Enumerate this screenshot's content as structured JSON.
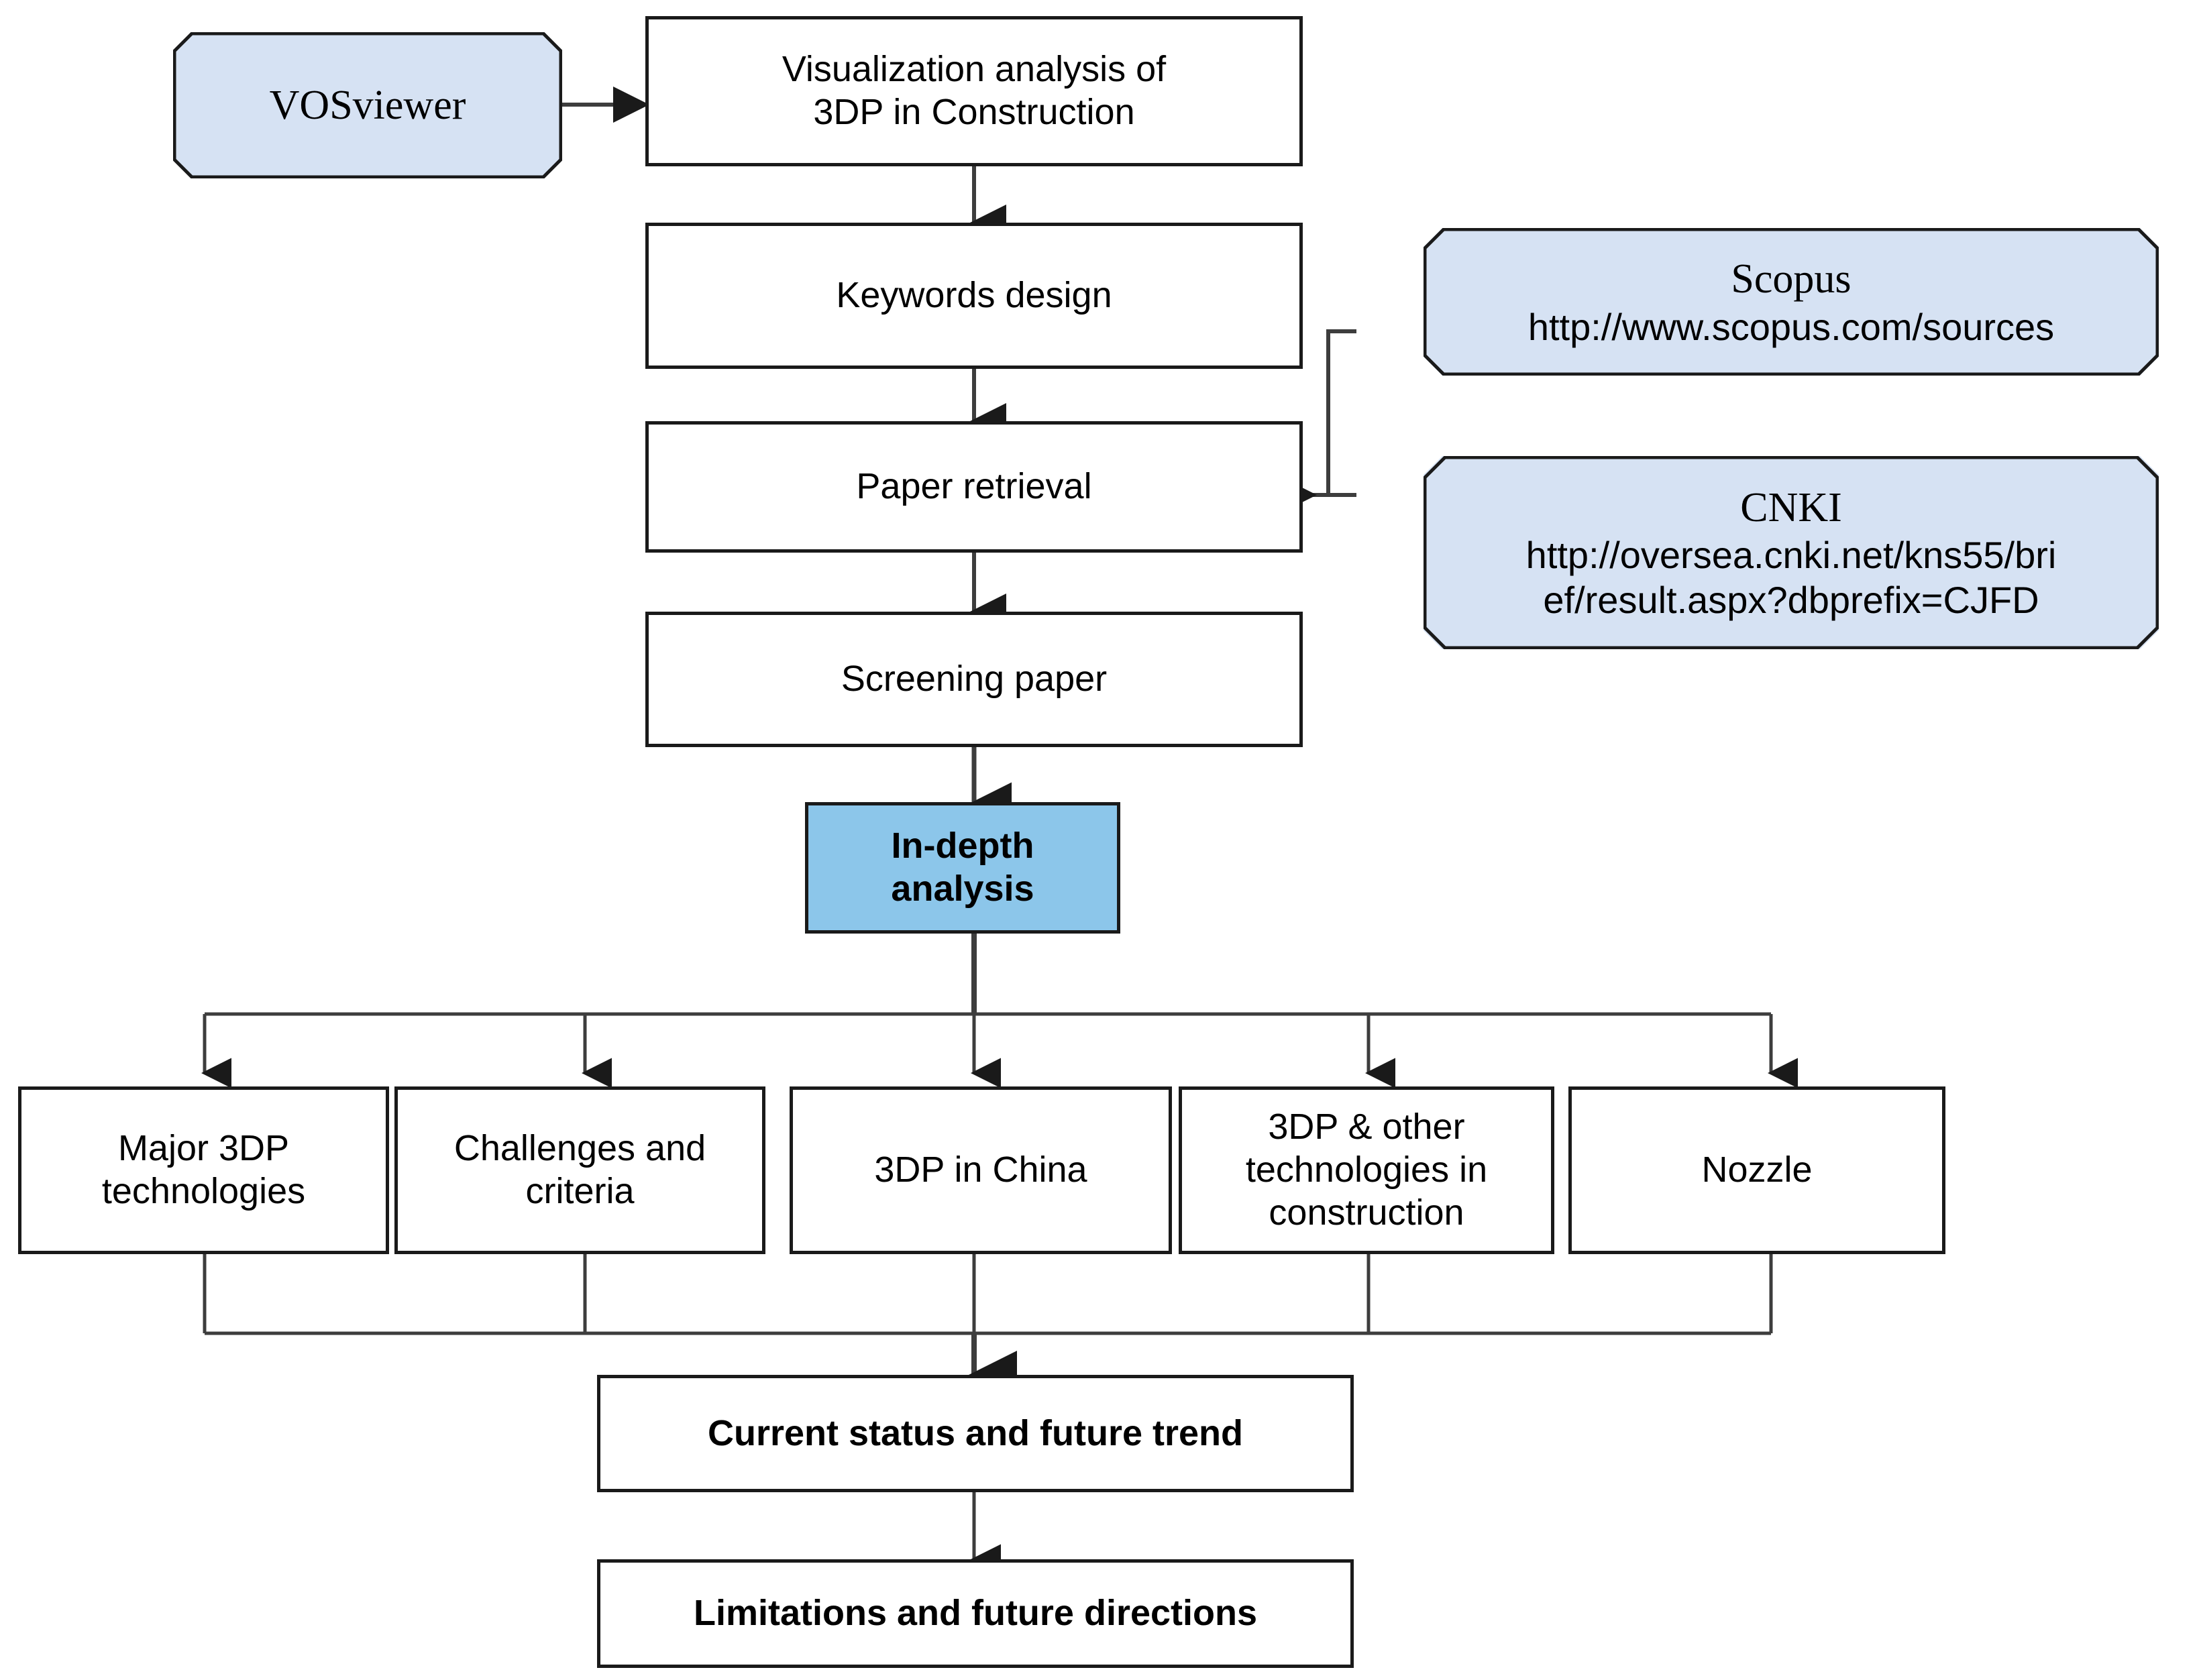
{
  "diagram": {
    "title": "Research methodology flowchart for visualization analysis of 3DP in construction",
    "colors": {
      "source_node_fill": "#d6e2f3",
      "accent_node_fill": "#8cc6ea",
      "process_node_fill": "#ffffff",
      "stroke": "#1a1a1a",
      "connector": "#3d3d3d"
    }
  },
  "nodes": {
    "vosviewer": {
      "label": "VOSviewer",
      "shape": "octagon",
      "fill": "#d6e2f3"
    },
    "visualization": {
      "line1": "Visualization analysis of",
      "line2": "3DP in Construction",
      "shape": "rectangle",
      "fill": "#ffffff"
    },
    "keywords": {
      "label": "Keywords design",
      "shape": "rectangle",
      "fill": "#ffffff"
    },
    "paper_retrieval": {
      "label": "Paper retrieval",
      "shape": "rectangle",
      "fill": "#ffffff"
    },
    "screening": {
      "label": "Screening paper",
      "shape": "rectangle",
      "fill": "#ffffff"
    },
    "in_depth": {
      "line1": "In-depth",
      "line2": "analysis",
      "shape": "rectangle",
      "fill": "#8cc6ea"
    },
    "scopus": {
      "name": "Scopus",
      "url": "http://www.scopus.com/sources",
      "shape": "octagon",
      "fill": "#d6e2f3"
    },
    "cnki": {
      "name": "CNKI",
      "url_line1": "http://oversea.cnki.net/kns55/bri",
      "url_line2": "ef/result.aspx?dbprefix=CJFD",
      "shape": "octagon",
      "fill": "#d6e2f3"
    },
    "current_status": {
      "label": "Current status and future trend",
      "shape": "rectangle",
      "fill": "#ffffff"
    },
    "limitations": {
      "label": "Limitations and future directions",
      "shape": "rectangle",
      "fill": "#ffffff"
    }
  },
  "branches": [
    {
      "line1": "Major 3DP",
      "line2": "technologies",
      "line3": ""
    },
    {
      "line1": "Challenges and",
      "line2": "criteria",
      "line3": ""
    },
    {
      "line1": "3DP in China",
      "line2": "",
      "line3": ""
    },
    {
      "line1": "3DP & other",
      "line2": "technologies in",
      "line3": "construction"
    },
    {
      "line1": "Nozzle",
      "line2": "",
      "line3": ""
    }
  ]
}
